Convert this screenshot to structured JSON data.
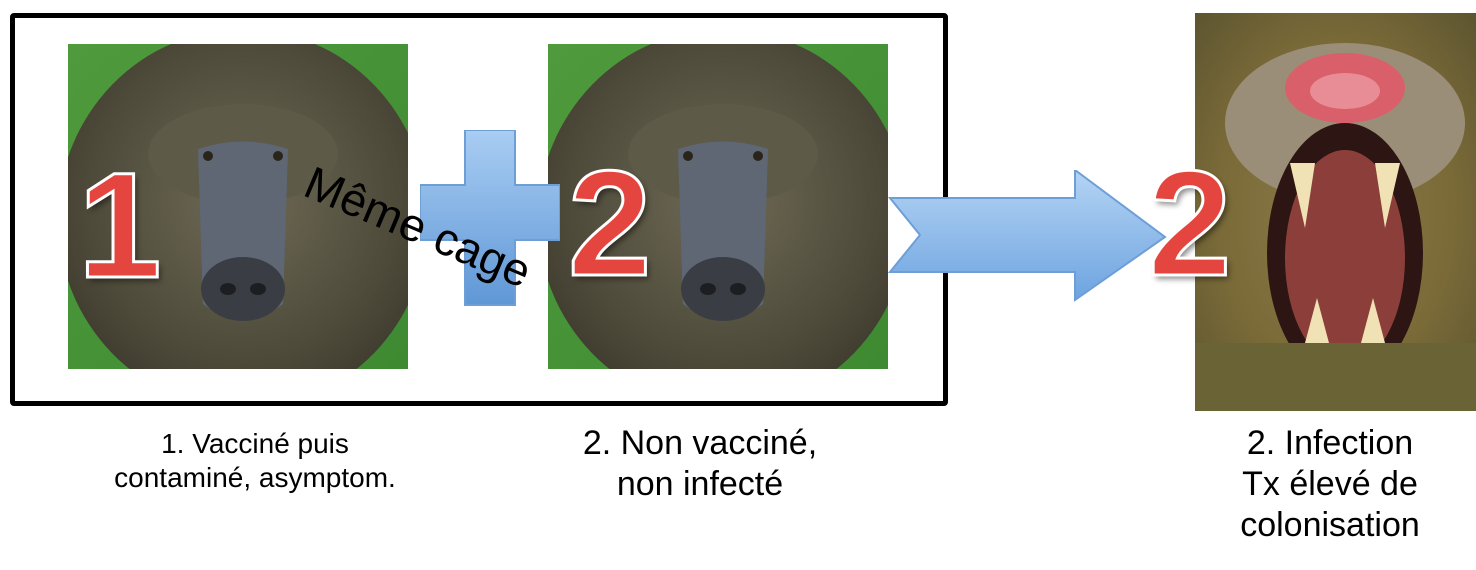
{
  "panels": {
    "first": {
      "number": "1",
      "caption_line1": "1. Vacciné puis",
      "caption_line2": "contaminé, asymptom."
    },
    "second": {
      "number": "2",
      "caption_line1": "2. Non vacciné,",
      "caption_line2": "non infecté"
    },
    "third": {
      "number": "2",
      "caption_line1": "2. Infection",
      "caption_line2": "Tx élevé de",
      "caption_line3": "colonisation"
    }
  },
  "cage_label": {
    "word1": "Même",
    "word2": "cage"
  },
  "colors": {
    "number_red": "#e4463f",
    "arrow_blue": "#7eb3e8",
    "cage_border": "#000000"
  }
}
